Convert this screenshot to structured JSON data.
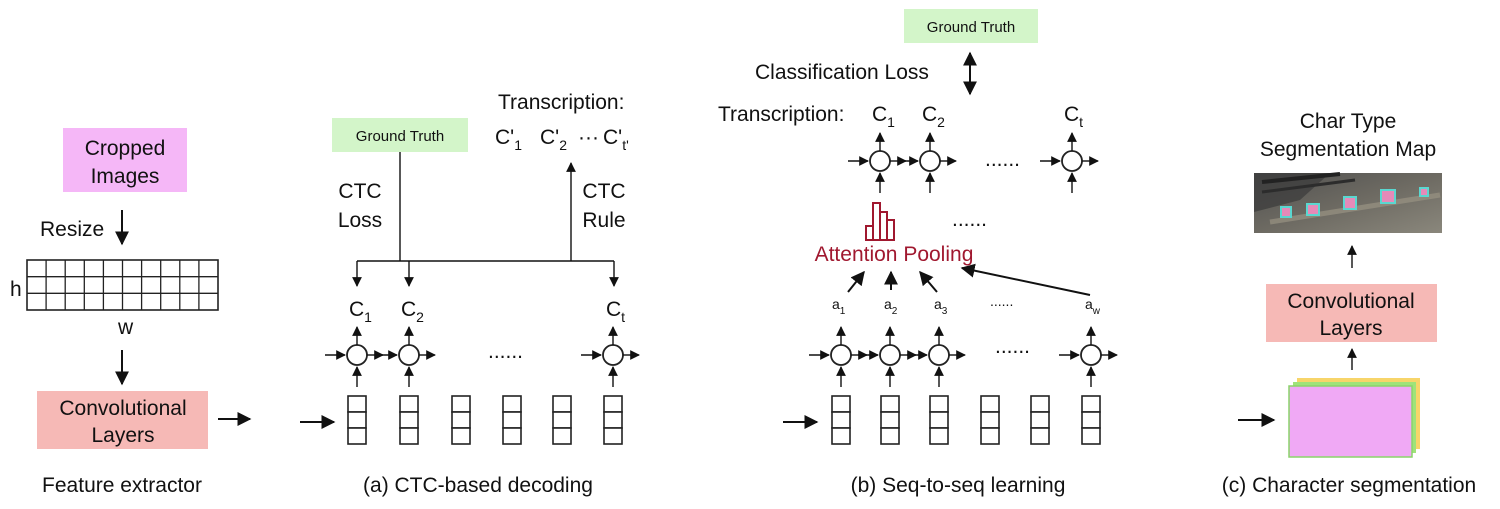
{
  "colors": {
    "pink_box": "#f5b7f7",
    "conv_box": "#f6b9b6",
    "ground_truth_box": "#d3f5c9",
    "attention": "#a0182f",
    "stack_layers": [
      "#f7d56a",
      "#9fe37a",
      "#f0a9f5"
    ]
  },
  "feature_extractor": {
    "cropped_images_line1": "Cropped",
    "cropped_images_line2": "Images",
    "resize": "Resize",
    "h": "h",
    "w": "w",
    "conv_line1": "Convolutional",
    "conv_line2": "Layers",
    "caption": "Feature extractor"
  },
  "ctc": {
    "ground_truth": "Ground Truth",
    "loss_line1": "CTC",
    "loss_line2": "Loss",
    "rule_line1": "CTC",
    "rule_line2": "Rule",
    "transcription_label": "Transcription:",
    "transcription": {
      "c1": "C'",
      "s1": "1",
      "c2": "C'",
      "s2": "2",
      "dots": "···",
      "ct": "C'",
      "st": "t'"
    },
    "outputs": {
      "c1": "C",
      "s1": "1",
      "c2": "C",
      "s2": "2",
      "ct": "C",
      "st": "t"
    },
    "dots": "......",
    "caption": "(a) CTC-based decoding"
  },
  "seq2seq": {
    "ground_truth": "Ground Truth",
    "classification_loss": "Classification Loss",
    "transcription_label": "Transcription:",
    "outputs": {
      "c1": "C",
      "s1": "1",
      "c2": "C",
      "s2": "2",
      "ct": "C",
      "st": "t"
    },
    "decoder_dots": "......",
    "attention_dots": "......",
    "attention_pooling": "Attention Pooling",
    "alphas": {
      "a": "a",
      "s1": "1",
      "s2": "2",
      "s3": "3",
      "sw": "w"
    },
    "encoder_dots": "......",
    "caption": "(b) Seq-to-seq learning"
  },
  "segmentation": {
    "title_line1": "Char Type",
    "title_line2": "Segmentation Map",
    "conv_line1": "Convolutional",
    "conv_line2": "Layers",
    "caption": "(c) Character segmentation"
  }
}
